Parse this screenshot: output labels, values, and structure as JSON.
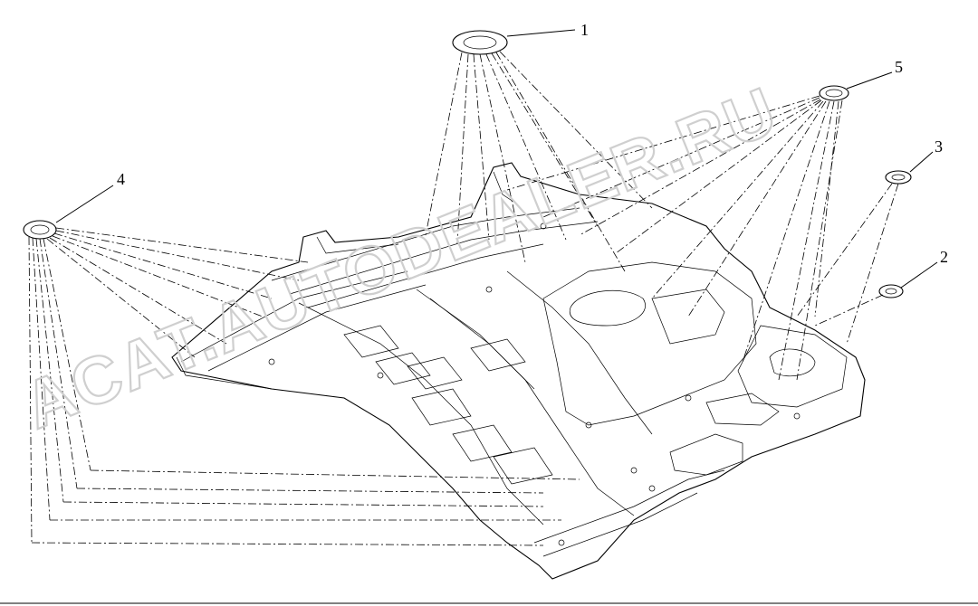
{
  "diagram": {
    "callouts": [
      {
        "id": "1",
        "label": "1"
      },
      {
        "id": "2",
        "label": "2"
      },
      {
        "id": "3",
        "label": "3"
      },
      {
        "id": "4",
        "label": "4"
      },
      {
        "id": "5",
        "label": "5"
      }
    ],
    "watermark": "ACAT.AUTODEALER.RU"
  }
}
